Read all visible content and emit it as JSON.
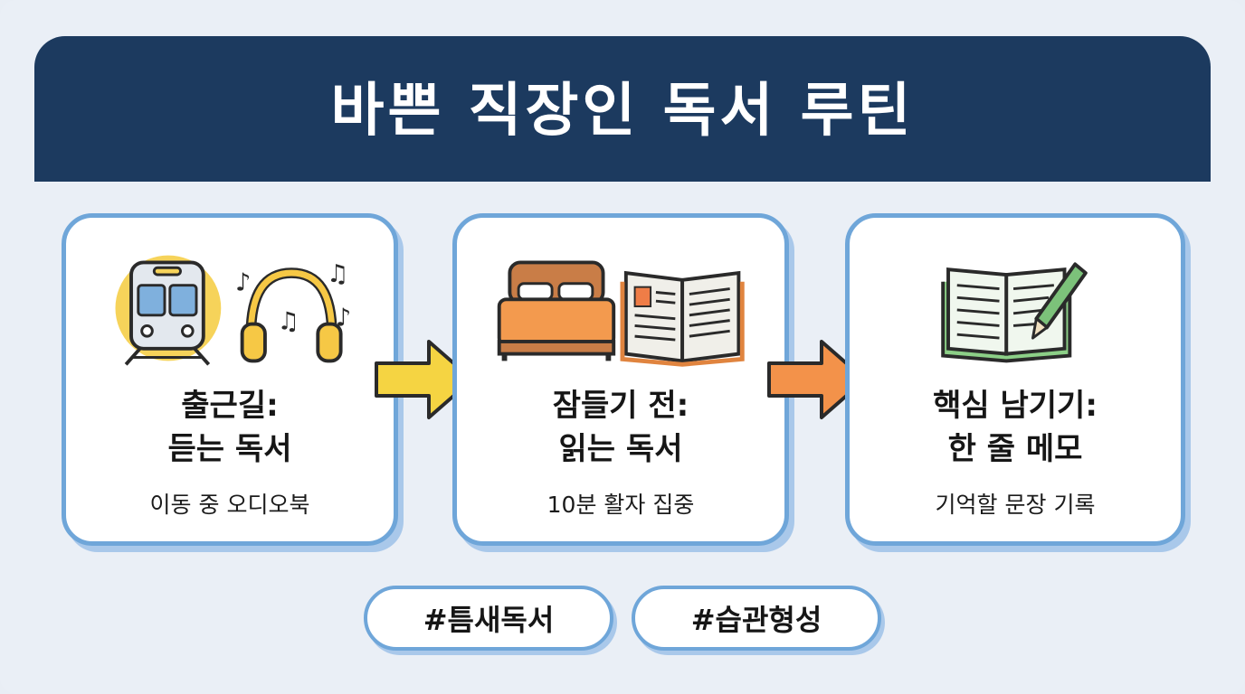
{
  "title": "바쁜 직장인 독서 루틴",
  "steps": [
    {
      "title_line1": "출근길:",
      "title_line2": "듣는 독서",
      "subtitle": "이동 중 오디오북",
      "icons": [
        "train-icon",
        "headphones-icon",
        "music-note-icon"
      ]
    },
    {
      "title_line1": "잠들기 전:",
      "title_line2": "읽는 독서",
      "subtitle": "10분 활자 집중",
      "icons": [
        "bed-icon",
        "open-book-icon"
      ]
    },
    {
      "title_line1": "핵심 남기기:",
      "title_line2": "한 줄 메모",
      "subtitle": "기억할 문장 기록",
      "icons": [
        "notebook-icon",
        "pen-icon"
      ]
    }
  ],
  "tags": [
    "#틈새독서",
    "#습관형성"
  ],
  "colors": {
    "banner": "#1c3a5f",
    "card_border": "#6fa6d9",
    "arrow_yellow": "#f5d442",
    "arrow_orange": "#f3924a"
  }
}
